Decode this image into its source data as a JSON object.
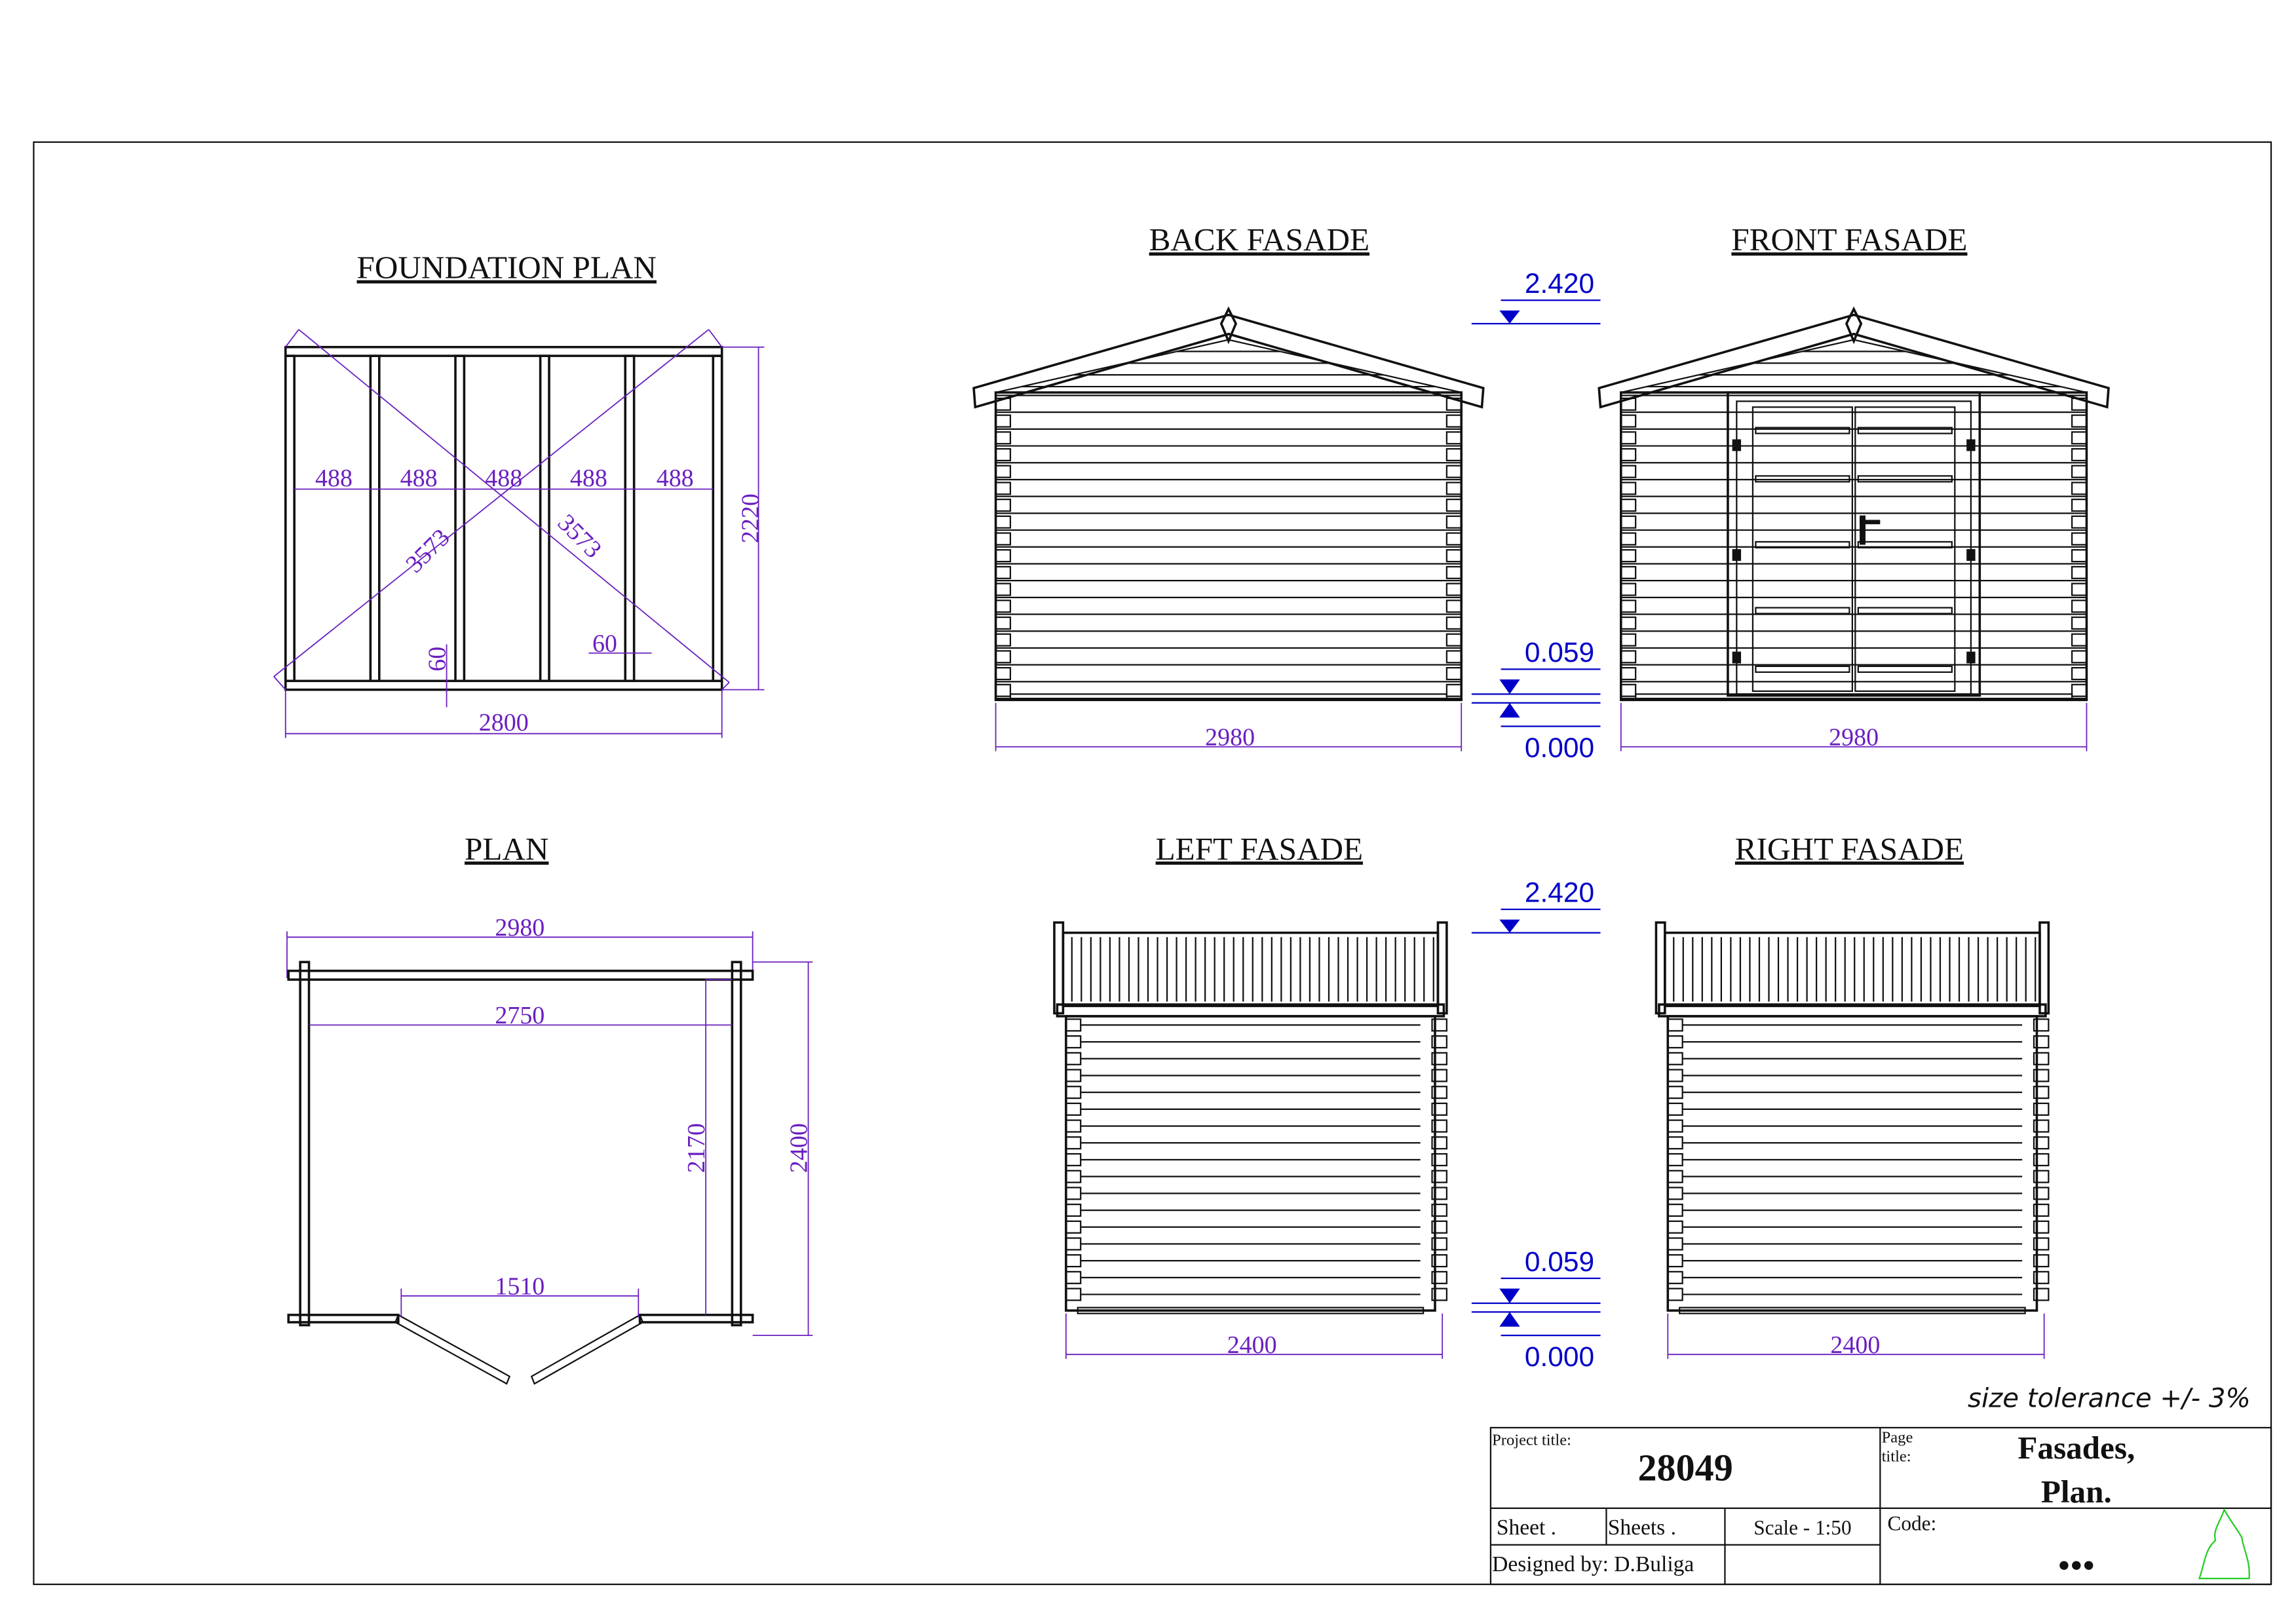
{
  "views": {
    "foundation_plan": {
      "title": "FOUNDATION PLAN",
      "spacings": [
        "488",
        "488",
        "488",
        "488",
        "488"
      ],
      "diagonal_1": "3573",
      "diagonal_2": "3573",
      "width": "2800",
      "depth": "2220",
      "beam_vertical": "60",
      "beam_horizontal": "60"
    },
    "back_fasade": {
      "title": "BACK FASADE",
      "width": "2980"
    },
    "front_fasade": {
      "title": "FRONT FASADE",
      "width": "2980"
    },
    "left_fasade": {
      "title": "LEFT FASADE",
      "width": "2400"
    },
    "right_fasade": {
      "title": "RIGHT FASADE",
      "width": "2400"
    },
    "plan": {
      "title": "PLAN",
      "outer_width": "2980",
      "inner_width": "2750",
      "inner_depth": "2170",
      "outer_depth": "2400",
      "door_width": "1510"
    }
  },
  "levels": {
    "top": "2.420",
    "floor": "0.059",
    "ground": "0.000"
  },
  "tolerance_note": "size tolerance +/- 3%",
  "title_block": {
    "project_title_label": "Project title:",
    "project_number": "28049",
    "page_title_label_1": "Page",
    "page_title_label_2": "title:",
    "page_title_1": "Fasades,",
    "page_title_2": "Plan.",
    "sheet_label": "Sheet .",
    "sheets_label": "Sheets .",
    "scale": "Scale - 1:50",
    "code_label": "Code:",
    "code_value": "●●●",
    "designed_by": "Designed by: D.Buliga"
  },
  "colors": {
    "dimension": "#6a1fc0",
    "level": "#0000c8",
    "logo": "#22cc22"
  }
}
